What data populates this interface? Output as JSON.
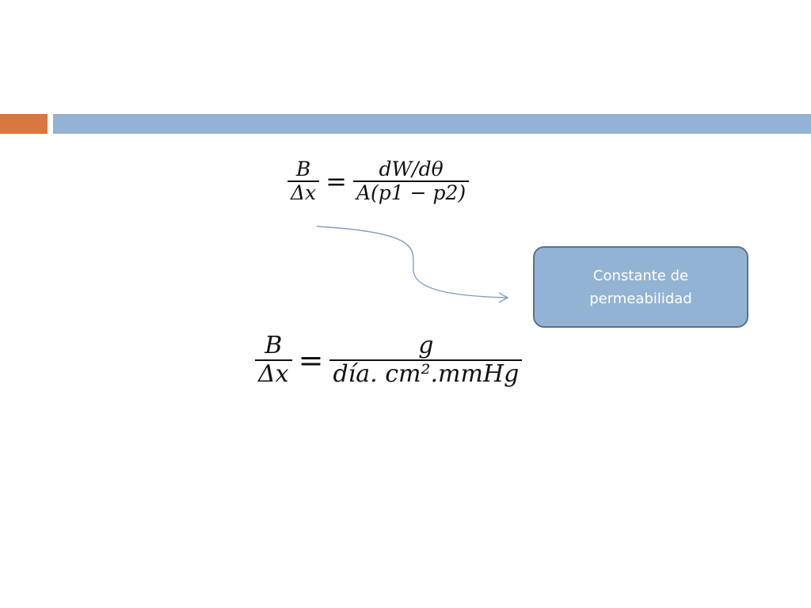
{
  "colors": {
    "accent_orange": "#d9773f",
    "accent_blue": "#93b3d4",
    "callout_fill": "#93b3d4",
    "callout_border": "#5f7185",
    "connector": "#7f9fbf"
  },
  "equation_1": {
    "lhs_numerator": "B",
    "lhs_denominator": "Δx",
    "equals": "=",
    "rhs_numerator": "dW/dθ",
    "rhs_denominator": "A(p1 − p2)"
  },
  "equation_2": {
    "lhs_numerator": "B",
    "lhs_denominator": "Δx",
    "equals": "=",
    "rhs_numerator": "g",
    "rhs_denominator": "día. cm².mmHg"
  },
  "callout": {
    "text": "Constante de permeabilidad"
  }
}
